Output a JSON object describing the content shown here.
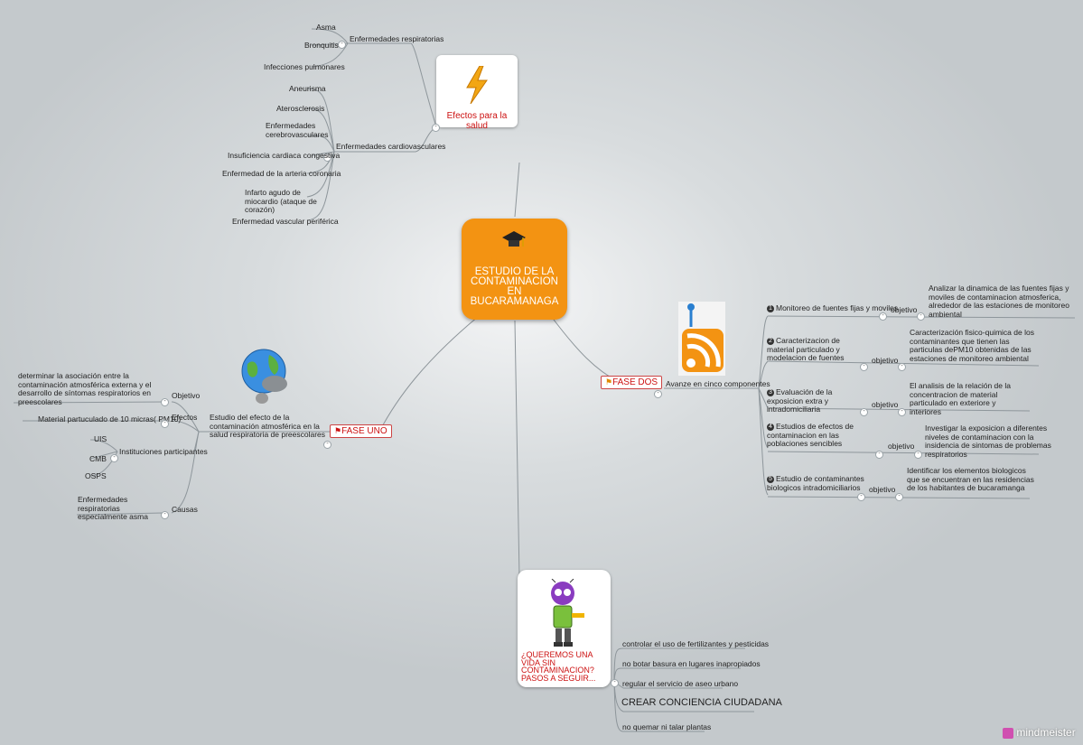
{
  "central": {
    "title": "ESTUDIO DE LA CONTAMINACION EN BUCARAMANAGA"
  },
  "salud": {
    "label": "Efectos para la salud",
    "respiratorias": {
      "label": "Enfermedades respiratorias",
      "items": [
        "Asma",
        "Bronquitis",
        "Infecciones pulmonares"
      ]
    },
    "cardiovasculares": {
      "label": "Enfermedades cardiovasculares",
      "items": [
        "Aneurisma",
        "Aterosclerosis",
        "Enfermedades cerebrovasculares",
        "Insuficiencia cardiaca congestiva",
        "Enfermedad de la arteria coronaria",
        "Infarto agudo de miocardio (ataque de corazón)",
        "Enfermedad vascular periférica"
      ]
    }
  },
  "fase_uno": {
    "label": "FASE UNO",
    "estudio": "Estudio del efecto de la contaminación atmosférica en la salud respiratoria de preescolares",
    "objetivo": {
      "label": "Objetivo",
      "text": "determinar la asociación entre la contaminación atmosférica externa y el desarrollo de síntomas respiratorios en preescolares"
    },
    "efectos": {
      "label": "Efectos",
      "text": "Material partuculado de 10 micras( PM10)"
    },
    "instituciones": {
      "label": "Instituciones participantes",
      "items": [
        "UIS",
        "CMB",
        "OSPS"
      ]
    },
    "causas": {
      "label": "Causas",
      "text": "Enfermedades respiratorias especialmente asma"
    }
  },
  "fase_dos": {
    "label": "FASE DOS",
    "avance": "Avanze en cinco componentes",
    "components": [
      {
        "num": "1",
        "label": "Monitoreo de fuentes fijas y moviles",
        "objetivo": "objetivo",
        "text": "Analizar la dinamica de las fuentes fijas y moviles de contaminacion atmosferica, alrededor de las estaciones de monitoreo ambiental"
      },
      {
        "num": "2",
        "label": "Caracterizacion de material particulado y modelacion de fuentes",
        "objetivo": "objetivo",
        "text": "Caracterización fisico-quimica de los contaminantes que tienen las particulas dePM10 obtenidas de las estaciones de monitoreo ambiental"
      },
      {
        "num": "3",
        "label": "Evaluación de la exposicion extra y intradomiciliaria",
        "objetivo": "objetivo",
        "text": "El analisis de la relación de la concentracion de material particulado en exteriore y interiores"
      },
      {
        "num": "4",
        "label": "Estudios de efectos de contaminacion en las poblaciones sencibles",
        "objetivo": "objetivo",
        "text": "Investigar la exposicion a diferentes niveles de contaminacion con la insidencia de sintomas de problemas respiratorios"
      },
      {
        "num": "5",
        "label": "Estudio de contaminantes biologicos intradomiciliarios",
        "objetivo": "objetivo",
        "text": "Identificar los elementos biologicos que se encuentran en las residencias de los habitantes de bucaramanga"
      }
    ]
  },
  "pasos": {
    "label": "¿QUEREMOS UNA VIDA SIN CONTAMINACION?PASOS A SEGUIR...",
    "items": [
      "controlar el uso de fertilizantes y pesticidas",
      "no botar basura en lugares inapropiados",
      "regular el servicio de aseo urbano",
      "CREAR CONCIENCIA CIUDADANA",
      "no quemar ni talar plantas"
    ]
  },
  "watermark": {
    "brand": "mindmeister"
  },
  "colors": {
    "central": "#f39312",
    "phase_text": "#cc1111",
    "accent_salud": "#cc1111"
  }
}
